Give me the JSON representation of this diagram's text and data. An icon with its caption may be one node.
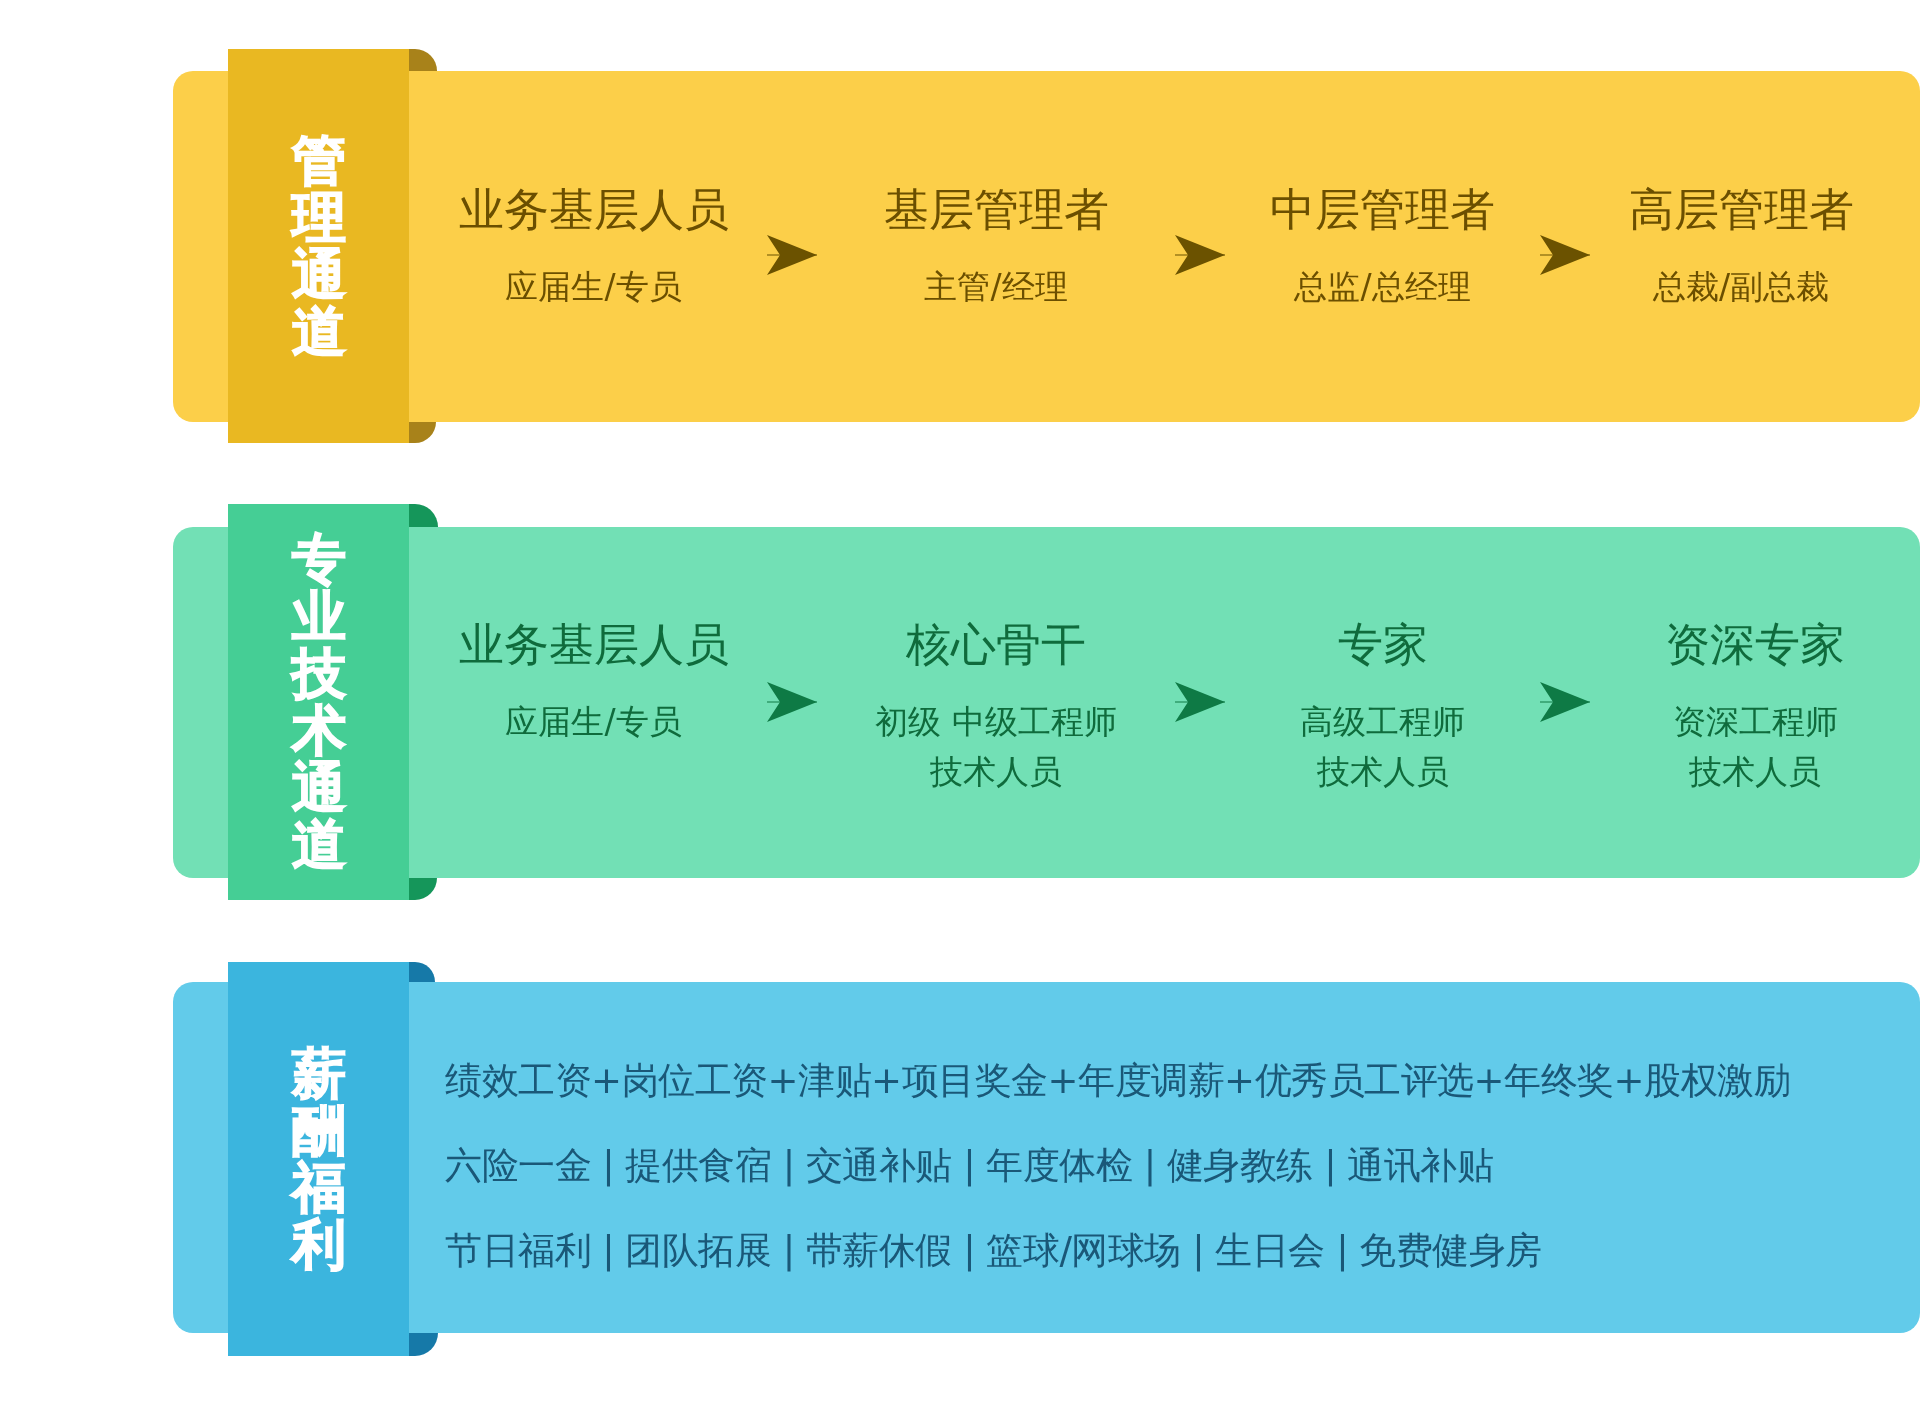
{
  "diagram": {
    "nodes": [
      {
        "text": [
          "管理通道"
        ]
      },
      {
        "text": [
          "业务基层人员",
          "应届生/专员"
        ],
        "in": 0
      },
      {
        "text": [
          "基层管理者",
          "主管/经理"
        ],
        "in": 0
      },
      {
        "text": [
          "中层管理者",
          "总监/总经理"
        ],
        "in": 0
      },
      {
        "text": [
          "高层管理者",
          "总裁/副总裁"
        ],
        "in": 0
      },
      {
        "text": [
          "专业技术通道"
        ]
      },
      {
        "text": [
          "业务基层人员",
          "应届生/专员"
        ],
        "in": 5
      },
      {
        "text": [
          "核心骨干",
          "初级 中级工程师",
          "技术人员"
        ],
        "in": 5
      },
      {
        "text": [
          "专家",
          "高级工程师",
          "技术人员"
        ],
        "in": 5
      },
      {
        "text": [
          "资深专家",
          "资深工程师",
          "技术人员"
        ],
        "in": 5
      },
      {
        "text": [
          "薪酬福利",
          "绩效工资+岗位工资+津贴+项目奖金+年度调薪+优秀员工评选+年终奖+股权激励",
          "六险一金 | 提供食宿 | 交通补贴 | 年度体检 | 健身教练 | 通讯补贴",
          "节日福利 | 团队拓展 | 带薪休假 | 篮球/网球场 | 生日会 | 免费健身房"
        ]
      }
    ],
    "edges": [
      {
        "from": 1,
        "to": 2,
        "arrow": "to",
        "color": "#6b5200"
      },
      {
        "from": 2,
        "to": 3,
        "arrow": "to",
        "color": "#6b5200"
      },
      {
        "from": 3,
        "to": 4,
        "arrow": "to",
        "color": "#6b5200"
      },
      {
        "from": 6,
        "to": 7,
        "arrow": "to",
        "color": "#0e7a45"
      },
      {
        "from": 7,
        "to": 8,
        "arrow": "to",
        "color": "#0e7a45"
      },
      {
        "from": 8,
        "to": 9,
        "arrow": "to",
        "color": "#0e7a45"
      }
    ]
  }
}
